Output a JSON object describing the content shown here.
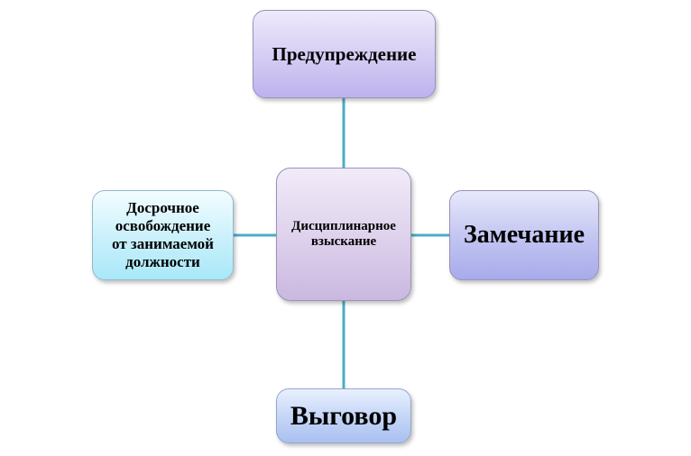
{
  "diagram": {
    "center": {
      "lines": [
        "Дисциплинарное",
        "взыскание"
      ]
    },
    "top": {
      "label": "Предупреждение"
    },
    "left": {
      "lines": [
        "Досрочное",
        "освобождение",
        "от занимаемой",
        "должности"
      ]
    },
    "right": {
      "label": "Замечание"
    },
    "bottom": {
      "label": "Выговор"
    },
    "colors": {
      "connector": "#4bacc6"
    }
  }
}
